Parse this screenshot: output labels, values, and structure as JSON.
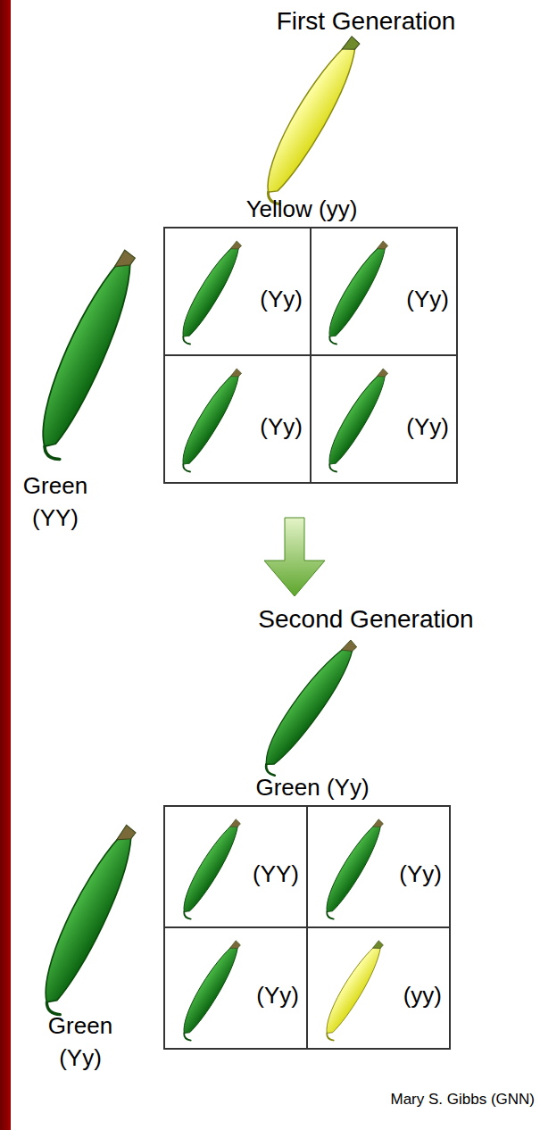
{
  "diagram": {
    "nodes": [
      {
        "text": [
          "(Yy)"
        ]
      },
      {
        "text": [
          "(Yy)"
        ]
      },
      {
        "text": [
          "(Yy)"
        ]
      },
      {
        "text": [
          "(Yy)"
        ]
      },
      {
        "text": [
          "(YY)"
        ]
      },
      {
        "text": [
          "(Yy)"
        ]
      },
      {
        "text": [
          "(Yy)"
        ]
      },
      {
        "text": [
          "(yy)"
        ]
      }
    ],
    "labels": [
      "First Generation",
      "Yellow (yy)",
      "Green",
      "(YY)",
      "Second Generation",
      "Green (Yy)",
      "Green",
      "(Yy)",
      "Mary S. Gibbs (GNN)"
    ]
  }
}
